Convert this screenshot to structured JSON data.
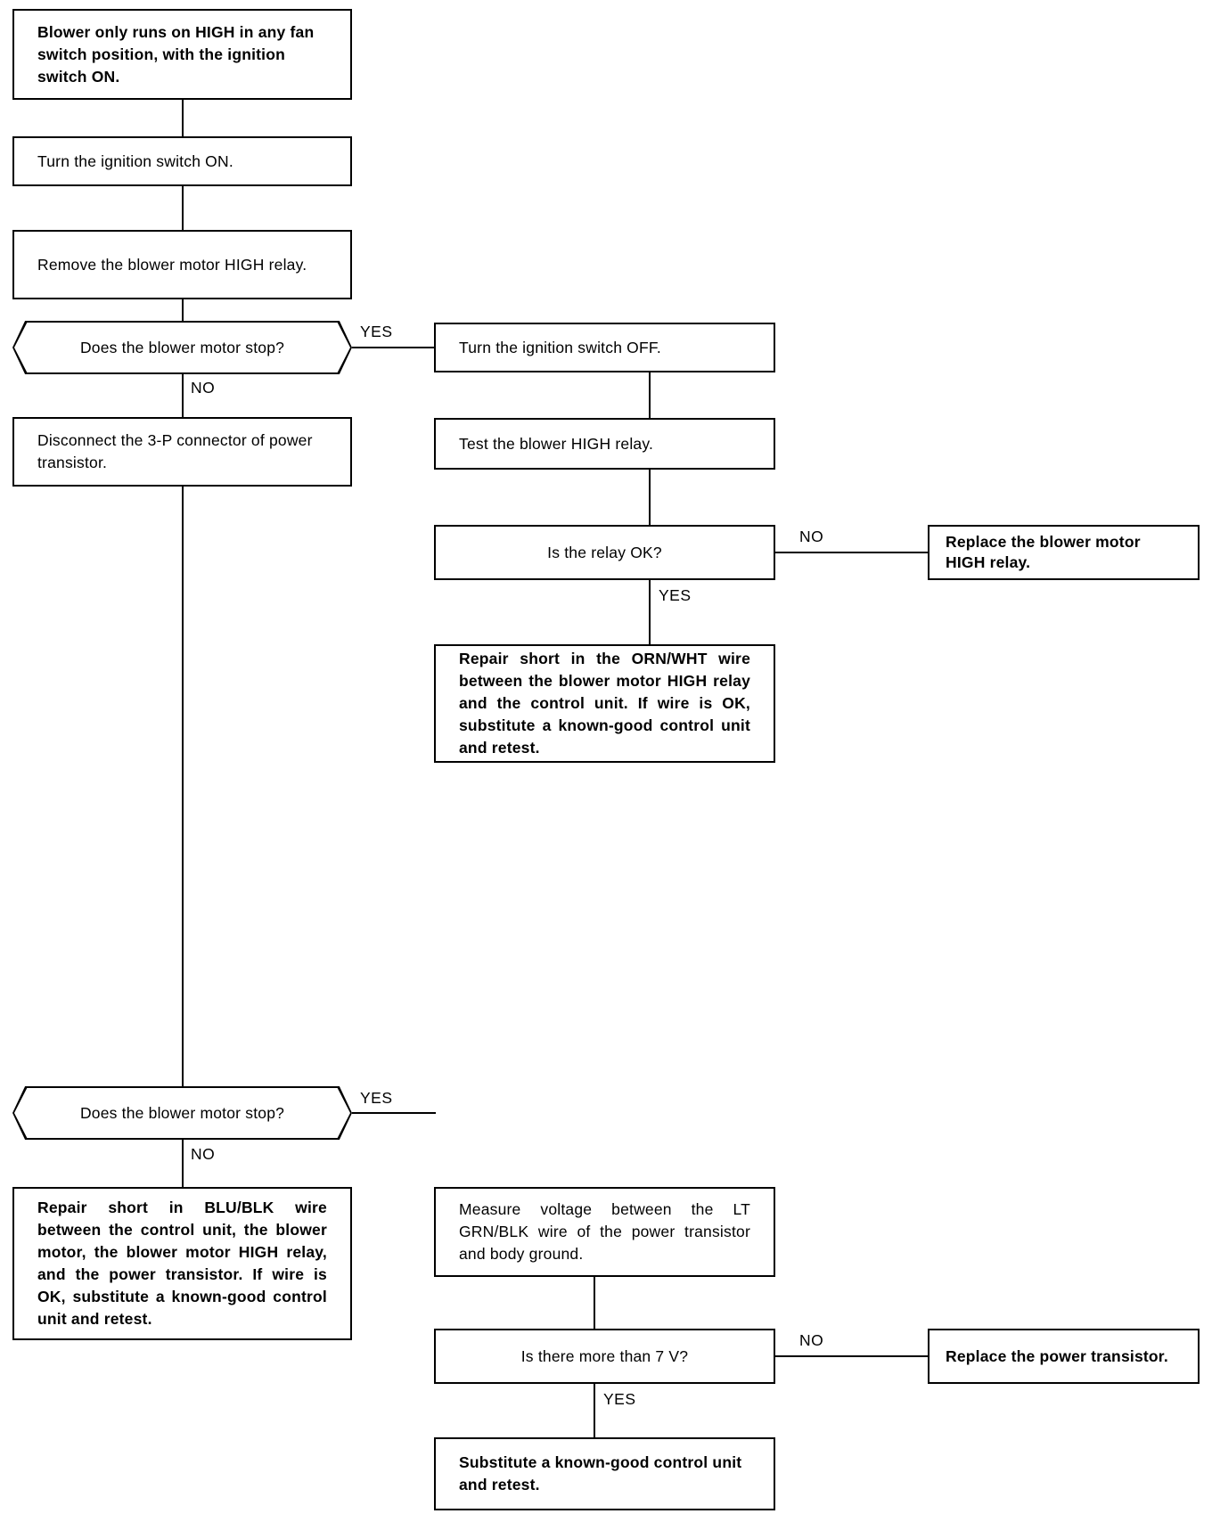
{
  "document": {
    "type": "troubleshooting-flowchart",
    "subject": "Blower only runs on HIGH in any fan switch position, with the ignition switch ON."
  },
  "nodes": {
    "symptom": "Blower only runs on HIGH in any fan switch position, with the ignition switch ON.",
    "ignition_on": "Turn the ignition switch ON.",
    "remove_relay": "Remove the blower motor HIGH relay.",
    "decision_stop_1": "Does the blower motor stop?",
    "disconnect_connector": "Disconnect the 3-P connector of power transistor.",
    "ignition_off": "Turn the ignition switch OFF.",
    "test_relay": "Test the blower HIGH relay.",
    "decision_relay_ok": "Is the relay OK?",
    "replace_relay": "Replace the blower motor HIGH relay.",
    "repair_orn_wht": "Repair short in the ORN/WHT wire between the blower motor HIGH relay and the control unit. If wire is OK, substitute a known-good control unit and retest.",
    "decision_stop_2": "Does the blower motor stop?",
    "repair_blu_blk": "Repair short in BLU/BLK wire between the control unit, the blower motor, the blower motor HIGH relay, and the power transistor. If wire is OK, substitute a known-good control unit and retest.",
    "measure_voltage": "Measure voltage between the LT GRN/BLK wire of the power transistor and body ground.",
    "decision_more_7v": "Is there more than 7 V?",
    "replace_transistor": "Replace the power transistor.",
    "substitute_control_unit": "Substitute a known-good control unit and retest."
  },
  "branch_labels": {
    "yes_stop_1": "YES",
    "no_stop_1": "NO",
    "no_relay_ok": "NO",
    "yes_relay_ok": "YES",
    "yes_stop_2": "YES",
    "no_stop_2": "NO",
    "no_more_7v": "NO",
    "yes_more_7v": "YES"
  },
  "colors": {
    "line": "#000000",
    "background": "#ffffff",
    "text": "#000000"
  }
}
